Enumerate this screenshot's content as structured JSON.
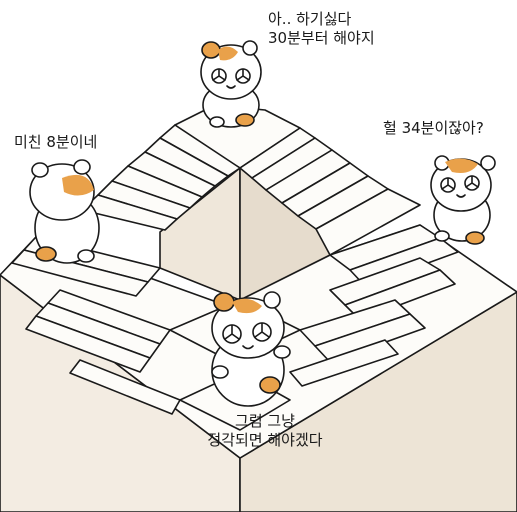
{
  "captions": {
    "top": {
      "line1": "아.. 하기싫다",
      "line2": "30분부터 해야지"
    },
    "left": {
      "line1": "미친 8분이네"
    },
    "right": {
      "line1": "헐 34분이잖아?"
    },
    "bottom": {
      "line1": "그럼 그냥",
      "line2": "정각되면 해야겠다"
    }
  },
  "colors": {
    "line": "#1a1a1a",
    "stone_top": "#fdfcf9",
    "stone_side": "#f3ece2",
    "stone_shadow": "#e6dccd",
    "hamster_patch": "#e9a14a",
    "hamster_body": "#ffffff"
  }
}
